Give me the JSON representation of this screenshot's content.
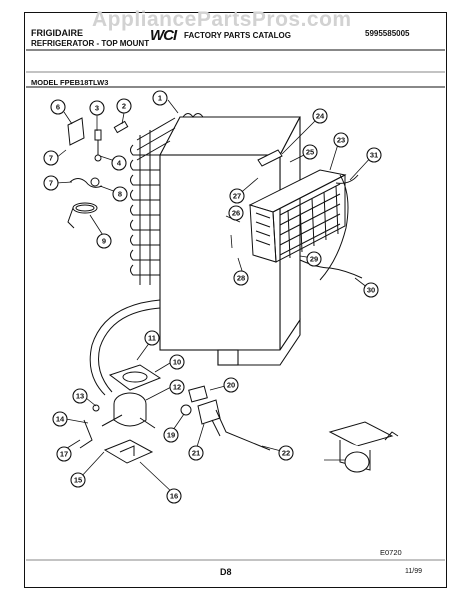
{
  "watermark": "AppliancePartsPros.com",
  "header": {
    "brand": "FRIGIDAIRE",
    "subtitle": "REFRIGERATOR - TOP MOUNT",
    "logo": "WCI",
    "catalog_title": "FACTORY PARTS CATALOG",
    "part_number": "5995585005"
  },
  "model_label": "MODEL FPEB18TLW3",
  "diagram_code": "E0720",
  "page_code": "D8",
  "date": "11/99",
  "callouts": [
    "1",
    "2",
    "3",
    "4",
    "6",
    "7",
    "7",
    "8",
    "9",
    "10",
    "11",
    "12",
    "13",
    "14",
    "15",
    "16",
    "17",
    "19",
    "20",
    "21",
    "22",
    "23",
    "24",
    "25",
    "26",
    "27",
    "28",
    "29",
    "30",
    "31"
  ]
}
